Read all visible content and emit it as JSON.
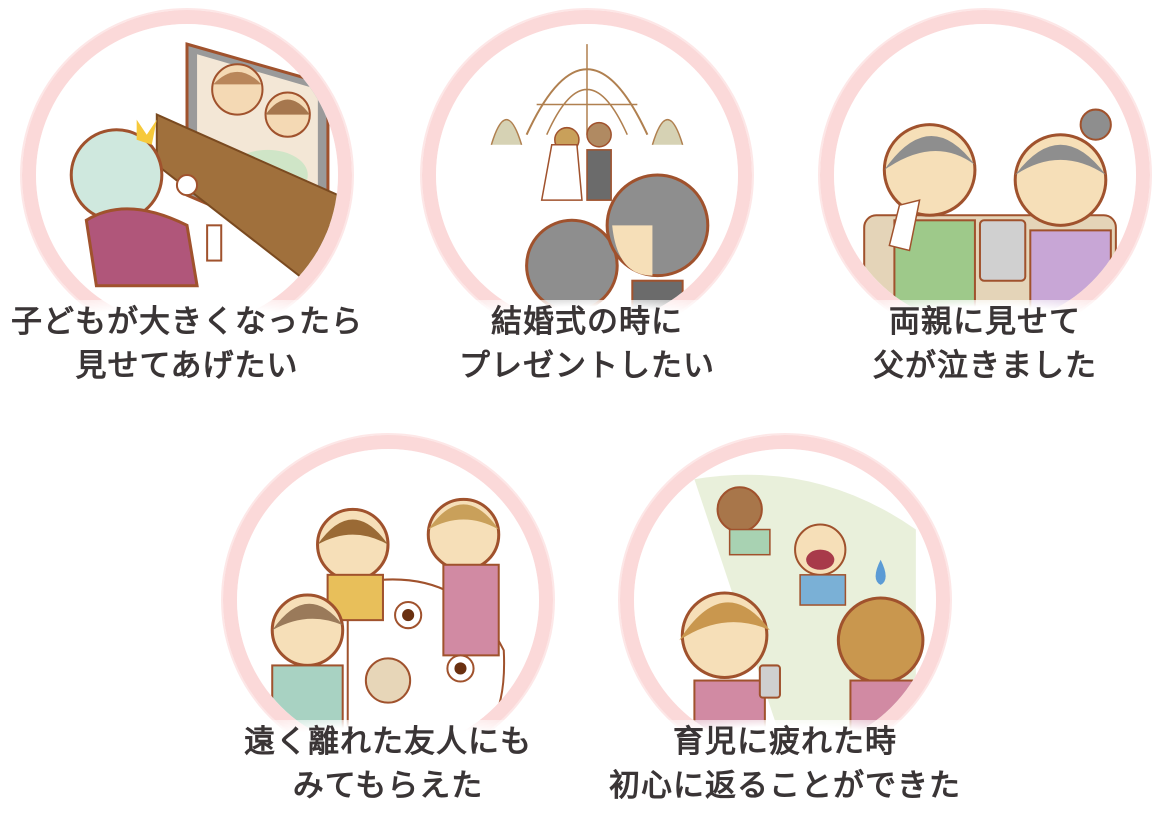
{
  "colors": {
    "ring": "#fbd9d9",
    "caption_text": "#3a3536",
    "outline": "#a0522d",
    "skin": "#f6dfb8",
    "gray_hair": "#8e8e8e"
  },
  "cards": [
    {
      "scene": "child-watching-family-video-on-tv",
      "caption": [
        "子どもが大きくなったら",
        "見せてあげたい"
      ]
    },
    {
      "scene": "parents-watching-wedding-ceremony",
      "caption": [
        "結婚式の時に",
        "プレゼントしたい"
      ]
    },
    {
      "scene": "elderly-couple-viewing-tablet-father-crying",
      "caption": [
        "両親に見せて",
        "父が泣きました"
      ]
    },
    {
      "scene": "friends-at-cafe-table-sharing-phone",
      "caption": [
        "遠く離れた友人にも",
        "みてもらえた"
      ]
    },
    {
      "scene": "mother-tired-of-childcare-looking-at-phone",
      "caption": [
        "育児に疲れた時",
        "初心に返ることができた"
      ]
    }
  ]
}
